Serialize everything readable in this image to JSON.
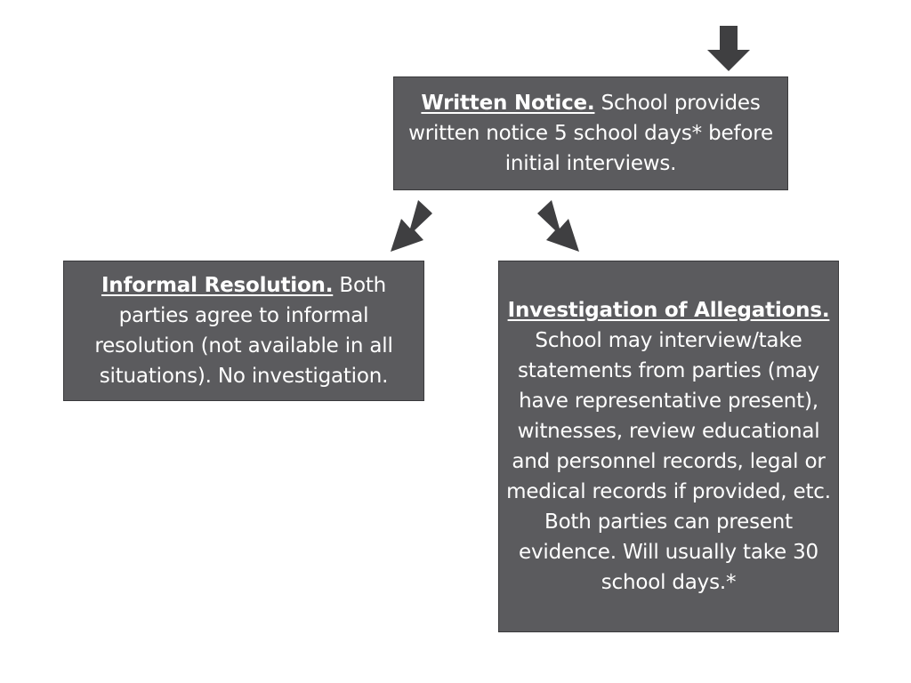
{
  "colors": {
    "box_fill": "#5b5b5e",
    "box_border": "#3a3a3c",
    "text": "#ffffff",
    "arrow": "#3f3f41",
    "background": "#ffffff"
  },
  "written_notice": {
    "heading": "Written Notice.",
    "body": "School provides written notice 5 school days* before initial interviews."
  },
  "informal_resolution": {
    "heading": "Informal Resolution.",
    "body": "Both parties agree to informal resolution (not available in all situations). No investigation."
  },
  "investigation": {
    "heading": "Investigation of Allegations.",
    "body": "School may interview/take statements from parties (may have representative present), witnesses, review educational and personnel records, legal or medical records if provided, etc. Both parties can present evidence. Will usually take 30 school days.*"
  },
  "arrows": [
    {
      "name": "incoming-arrow",
      "from": "previous step",
      "to": "written_notice"
    },
    {
      "name": "arrow-to-informal-resolution",
      "from": "written_notice",
      "to": "informal_resolution"
    },
    {
      "name": "arrow-to-investigation",
      "from": "written_notice",
      "to": "investigation"
    }
  ]
}
